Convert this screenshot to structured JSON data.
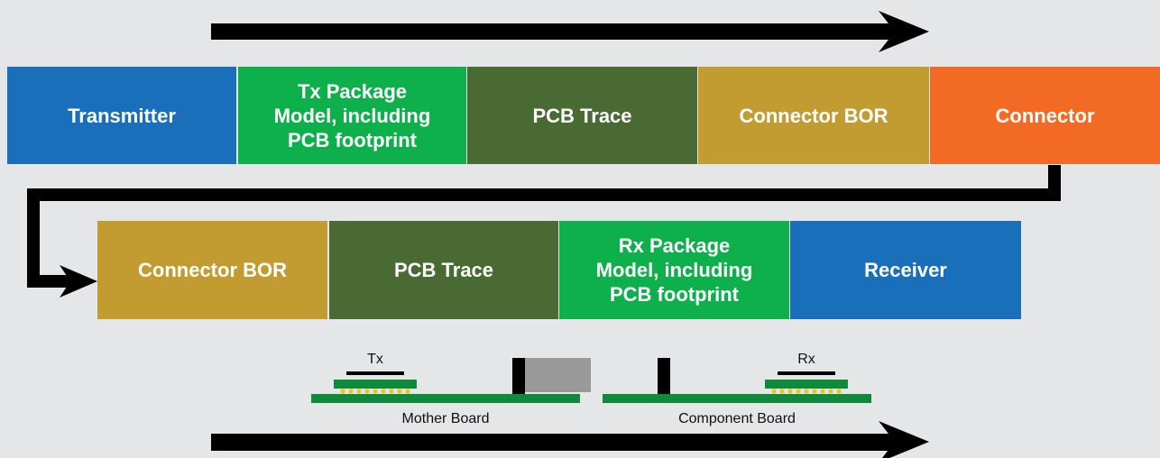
{
  "colors": {
    "background": "#e5e6e8",
    "transmitter": "#1a6fba",
    "package": "#0db04b",
    "pcb_trace": "#4a6a33",
    "connector_bor": "#c29c30",
    "connector": "#f26a24",
    "board_green": "#0d8a3a",
    "solder_ball": "#f2c318",
    "arrow": "#000000",
    "connector_body": "#999999"
  },
  "row1": [
    {
      "label": "Transmitter",
      "color": "#1a6fba"
    },
    {
      "label": "Tx Package\nModel, including\nPCB footprint",
      "color": "#0db04b"
    },
    {
      "label": "PCB Trace",
      "color": "#4a6a33"
    },
    {
      "label": "Connector BOR",
      "color": "#c29c30"
    },
    {
      "label": "Connector",
      "color": "#f26a24"
    }
  ],
  "row2": [
    {
      "label": "Connector BOR",
      "color": "#c29c30"
    },
    {
      "label": "PCB Trace",
      "color": "#4a6a33"
    },
    {
      "label": "Rx Package\nModel, including\nPCB footprint",
      "color": "#0db04b"
    },
    {
      "label": "Receiver",
      "color": "#1a6fba"
    }
  ],
  "illustration": {
    "tx_label": "Tx",
    "rx_label": "Rx",
    "mother_board_label": "Mother Board",
    "component_board_label": "Component Board"
  }
}
